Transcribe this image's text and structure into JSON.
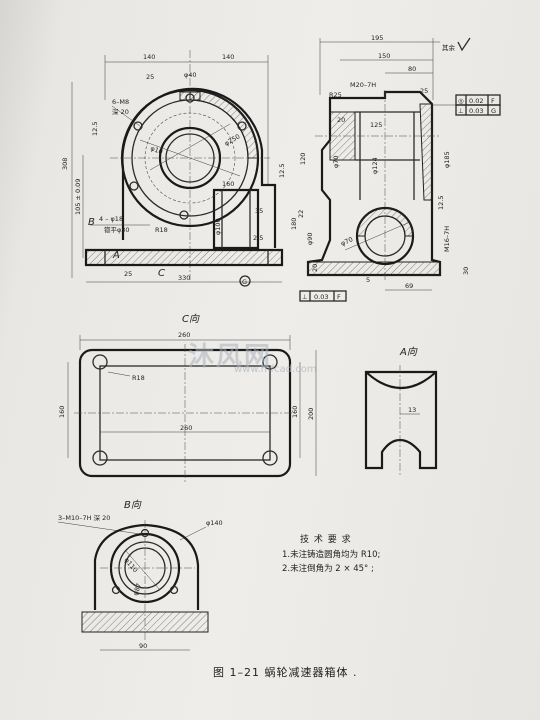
{
  "front_view": {
    "dims": {
      "top_left": "140",
      "top_right": "140",
      "phi40": "φ40",
      "ang25": "25",
      "m8": "6–M8",
      "m8_depth": "深 20",
      "r12_5": "12.5",
      "h308": "308",
      "h105": "105 ± 0.09",
      "phi10": "φ10",
      "phi250": "φ250",
      "r160": "160",
      "r12_5b": "12.5",
      "v35": "35",
      "phi100": "φ100",
      "v2_5": "2.5",
      "phi18": "4 – φ18",
      "spot": "锪平φ30",
      "r18": "R18",
      "width330": "330",
      "ang25b": "25",
      "label_b": "B",
      "label_c": "C",
      "label_a": "A",
      "datum_g": "G"
    }
  },
  "side_view": {
    "dims": {
      "w195": "195",
      "w150": "150",
      "w80": "80",
      "m20": "M20–7H",
      "r25": "R25",
      "ang25": "25",
      "v20": "20",
      "w125": "125",
      "phi70": "φ70",
      "v120": "120",
      "phi124": "φ124",
      "v12_5": "12.5",
      "v22": "22",
      "phi90": "φ90",
      "v180": "180",
      "phi185": "φ185",
      "phi70b": "φ70",
      "m16": "M16–7H",
      "v20b": "20",
      "v30": "30",
      "w69": "69",
      "v5": "5",
      "rest": "其余"
    },
    "tolerances": [
      {
        "sym": "◎",
        "value": "0.02",
        "datum": "F"
      },
      {
        "sym": "⊥",
        "value": "0.03",
        "datum": "G"
      }
    ],
    "bottom_tol": {
      "sym": "⊥",
      "value": "0.03",
      "datum": "F"
    }
  },
  "view_c": {
    "title": "C向",
    "dims": {
      "w260": "260",
      "w260b": "260",
      "r18": "R18",
      "h160": "160",
      "h160b": "160",
      "h200": "200"
    }
  },
  "view_a": {
    "title": "A向",
    "dims": {
      "v13": "13"
    }
  },
  "view_b": {
    "title": "B向",
    "dims": {
      "m10": "3–M10–7H 深 20",
      "phi140": "φ140",
      "phi110": "φ110",
      "phi87": "φ87",
      "w90": "90"
    }
  },
  "tech_req": {
    "title": "技 术 要 求",
    "items": [
      "1.未注铸造圆角均为 R10;",
      "2.未注倒角为 2 × 45°  ;"
    ]
  },
  "caption": "图 1–21     蜗轮减速器箱体   .",
  "watermark": {
    "main": "沐风网",
    "url": "www.mfcad.com"
  }
}
